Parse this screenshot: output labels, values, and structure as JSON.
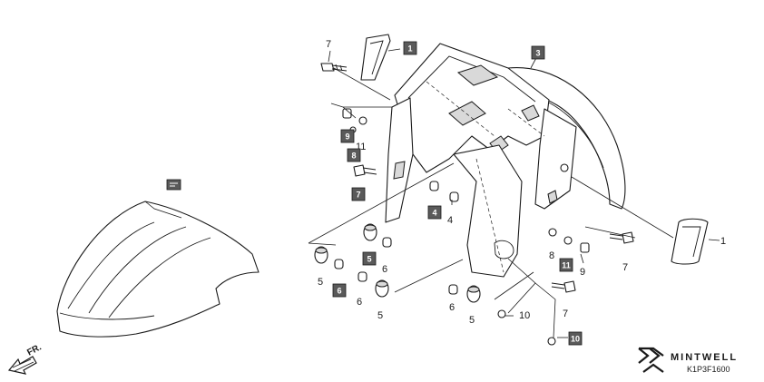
{
  "callouts": {
    "n1_top": "1",
    "n1_right": "1",
    "n3": "3",
    "n4_box": "4",
    "n4": "4",
    "n5_a": "5",
    "n5_box": "5",
    "n5_b": "5",
    "n5_c": "5",
    "n6_a": "6",
    "n6_box": "6",
    "n6_b": "6",
    "n6_c": "6",
    "n7_top": "7",
    "n7_box": "7",
    "n7_r1": "7",
    "n7_r2": "7",
    "n8_box": "8",
    "n8": "8",
    "n9_box": "9",
    "n9": "9",
    "n10": "10",
    "n10_box": "10",
    "n11": "11",
    "n11_box": "11"
  },
  "direction_label": "FR.",
  "brand": {
    "name": "MINTWELL",
    "code": "K1P3F1600"
  },
  "colors": {
    "callout_box": "#5a5a5a",
    "line": "#1a1a1a"
  }
}
